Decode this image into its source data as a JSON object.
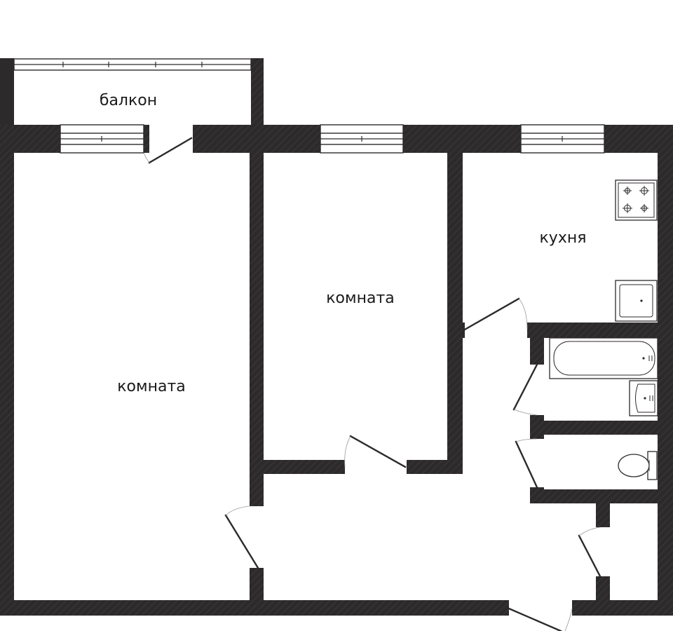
{
  "rooms": {
    "balcony": "балкон",
    "room_large": "комната",
    "room_small": "комната",
    "kitchen": "кухня"
  },
  "colors": {
    "wall": "#2d2a2c",
    "background": "#ffffff"
  },
  "icons": [
    "stove-icon",
    "sink-icon",
    "bathtub-icon",
    "washbasin-icon",
    "toilet-icon"
  ]
}
